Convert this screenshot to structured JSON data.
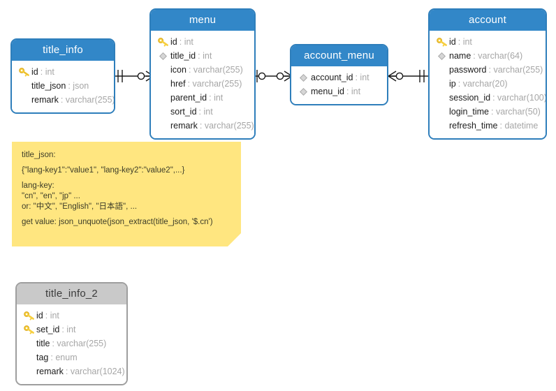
{
  "diagram": {
    "title": "ER diagram",
    "colors": {
      "header_blue": "#3287c8",
      "border_blue": "#2e7ebb",
      "header_gray": "#c9c9c9",
      "border_gray": "#9e9e9e",
      "note_yellow": "#ffe680",
      "key_gold": "#f2c12e",
      "diamond_gray": "#bdbdbd",
      "type_text": "#a6a6a6",
      "name_text": "#1b1b1b"
    },
    "entities": [
      {
        "name": "title_info",
        "style": "blue",
        "fields": [
          {
            "icon": "key-icon",
            "name": "id",
            "type": "int"
          },
          {
            "icon": "none",
            "name": "title_json",
            "type": "json"
          },
          {
            "icon": "none",
            "name": "remark",
            "type": "varchar(255)"
          }
        ]
      },
      {
        "name": "menu",
        "style": "blue",
        "fields": [
          {
            "icon": "key-icon",
            "name": "id",
            "type": "int"
          },
          {
            "icon": "diamond-icon",
            "name": "title_id",
            "type": "int"
          },
          {
            "icon": "none",
            "name": "icon",
            "type": "varchar(255)"
          },
          {
            "icon": "none",
            "name": "href",
            "type": "varchar(255)"
          },
          {
            "icon": "none",
            "name": "parent_id",
            "type": "int"
          },
          {
            "icon": "none",
            "name": "sort_id",
            "type": "int"
          },
          {
            "icon": "none",
            "name": "remark",
            "type": "varchar(255)"
          }
        ]
      },
      {
        "name": "account_menu",
        "style": "blue",
        "fields": [
          {
            "icon": "diamond-icon",
            "name": "account_id",
            "type": "int"
          },
          {
            "icon": "diamond-icon",
            "name": "menu_id",
            "type": "int"
          }
        ]
      },
      {
        "name": "account",
        "style": "blue",
        "fields": [
          {
            "icon": "key-icon",
            "name": "id",
            "type": "int"
          },
          {
            "icon": "diamond-icon",
            "name": "name",
            "type": "varchar(64)"
          },
          {
            "icon": "none",
            "name": "password",
            "type": "varchar(255)"
          },
          {
            "icon": "none",
            "name": "ip",
            "type": "varchar(20)"
          },
          {
            "icon": "none",
            "name": "session_id",
            "type": "varchar(100)"
          },
          {
            "icon": "none",
            "name": "login_time",
            "type": "varchar(50)"
          },
          {
            "icon": "none",
            "name": "refresh_time",
            "type": "datetime"
          }
        ]
      },
      {
        "name": "title_info_2",
        "style": "gray",
        "fields": [
          {
            "icon": "key-icon",
            "name": "id",
            "type": "int"
          },
          {
            "icon": "key-icon",
            "name": "set_id",
            "type": "int"
          },
          {
            "icon": "none",
            "name": "title",
            "type": "varchar(255)"
          },
          {
            "icon": "none",
            "name": "tag",
            "type": "enum"
          },
          {
            "icon": "none",
            "name": "remark",
            "type": "varchar(1024)"
          }
        ]
      }
    ],
    "relationships": [
      {
        "from": "title_info",
        "to": "menu",
        "from_cardinality": "one-and-only-one",
        "to_cardinality": "zero-or-many"
      },
      {
        "from": "menu",
        "to": "account_menu",
        "from_cardinality": "zero-or-one",
        "to_cardinality": "zero-or-many"
      },
      {
        "from": "account_menu",
        "to": "account",
        "from_cardinality": "zero-or-many",
        "to_cardinality": "one-and-only-one"
      }
    ],
    "note": {
      "lines": [
        "title_json:",
        "{\"lang-key1\":\"value1\", \"lang-key2\":\"value2\",...}",
        "lang-key:",
        "\"cn\", \"en\", \"jp\" ...",
        "or: \"中文\", \"English\", \"日本語\", ...",
        "get value: json_unquote(json_extract(title_json, '$.cn')"
      ]
    }
  }
}
